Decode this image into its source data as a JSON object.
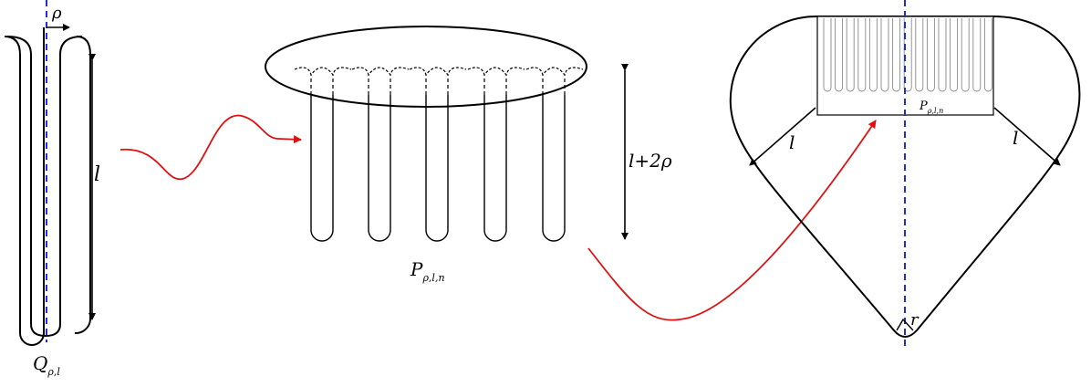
{
  "labels": {
    "rho_tube": "ρ",
    "l_tube": "l",
    "q_main": "Q",
    "q_sub": "ρ,l",
    "p_main": "P",
    "p_sub": "ρ,l,n",
    "l_plus_2rho": "l+2ρ",
    "p_inner_main": "P",
    "p_inner_sub": "ρ,l,n",
    "l_left": "l",
    "l_right": "l",
    "r": "r"
  },
  "colors": {
    "stroke": "#000000",
    "axis": "#1f2fd8",
    "arrow": "#e01010"
  }
}
